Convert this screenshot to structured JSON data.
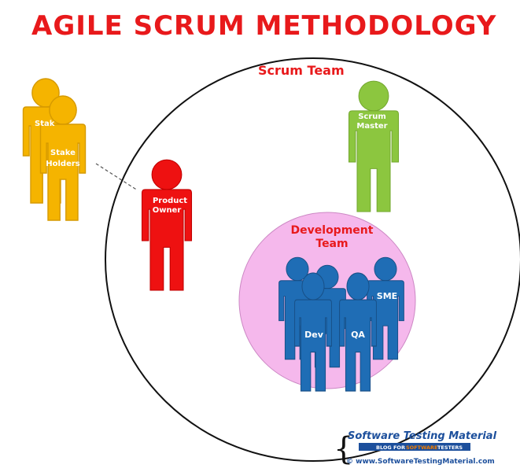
{
  "title": "AGILE SCRUM METHODOLOGY",
  "scrum_team_label": "Scrum Team",
  "dev_team_label_line1": "Development",
  "dev_team_label_line2": "Team",
  "stakeholders_back_label": "Stak",
  "stakeholders_label_line1": "Stake",
  "stakeholders_label_line2": "Holders",
  "product_owner_line1": "Product",
  "product_owner_line2": "Owner",
  "scrum_master_line1": "Scrum",
  "scrum_master_line2": "Master",
  "dev_label": "Dev",
  "qa_label": "QA",
  "sme_label": "SME",
  "logo": {
    "line1": "Software Testing Material",
    "tagline_a": "BLOG FOR",
    "tagline_b": "SOFTWARE",
    "tagline_c": "TESTERS",
    "url": "© www.SoftwareTestingMaterial.com"
  },
  "colors": {
    "title": "#e8191b",
    "stakeholder": "#f5b400",
    "product_owner": "#ee1111",
    "scrum_master": "#8cc63f",
    "dev_person": "#1f6db5",
    "dev_circle": "#f5b8ec",
    "logo_blue": "#1c4f9c",
    "logo_orange": "#f07c00"
  }
}
